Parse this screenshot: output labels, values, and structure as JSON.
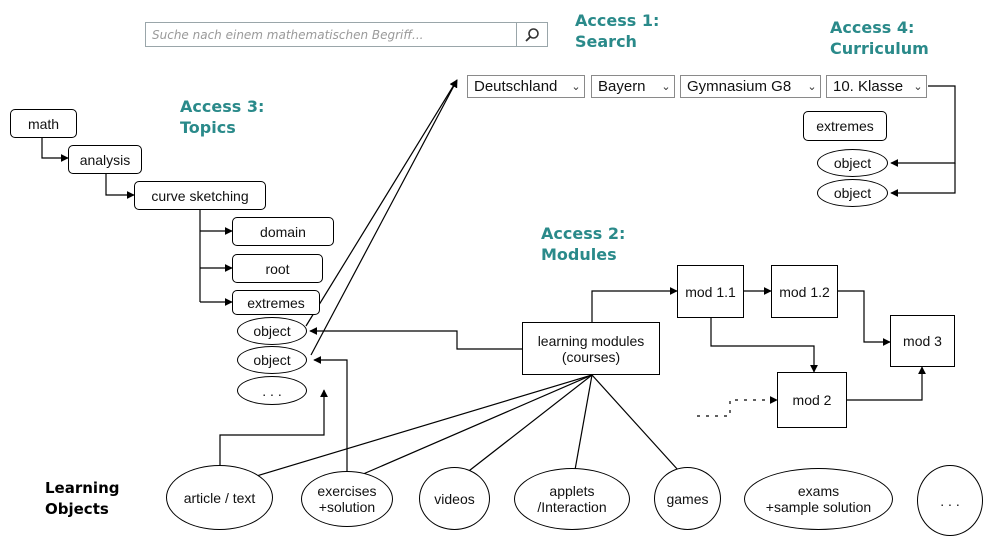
{
  "search": {
    "placeholder": "Suche nach einem mathematischen Begriff...",
    "icon": "magnifier-icon"
  },
  "access": {
    "search": "Access 1:\nSearch",
    "modules": "Access 2:\nModules",
    "topics": "Access 3:\nTopics",
    "curriculum": "Access 4:\nCurriculum"
  },
  "curriculum": {
    "selects": [
      {
        "value": "Deutschland"
      },
      {
        "value": "Bayern"
      },
      {
        "value": "Gymnasium G8"
      },
      {
        "value": "10. Klasse"
      }
    ],
    "topic": "extremes",
    "objects": [
      "object",
      "object"
    ]
  },
  "topics": {
    "tree": [
      "math",
      "analysis",
      "curve sketching"
    ],
    "subtopics": [
      "domain",
      "root",
      "extremes"
    ],
    "objects": [
      "object",
      "object",
      ". . ."
    ]
  },
  "modules": {
    "center": "learning modules\n(courses)",
    "items": [
      "mod 1.1",
      "mod 1.2",
      "mod 3",
      "mod 2"
    ]
  },
  "learning_objects": {
    "heading": "Learning\nObjects",
    "items": [
      "article / text",
      "exercises\n+solution",
      "videos",
      "applets\n/Interaction",
      "games",
      "exams\n+sample solution",
      ". . ."
    ]
  }
}
